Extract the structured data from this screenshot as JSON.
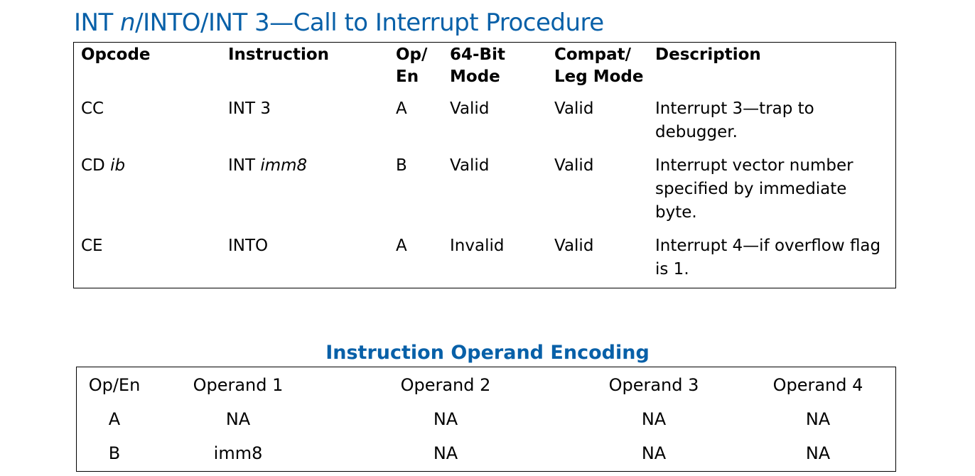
{
  "title": {
    "part1": "INT ",
    "part2": "n",
    "part3": "/INTO/INT 3—Call to Interrupt Procedure"
  },
  "opcode_table": {
    "headers": {
      "opcode": "Opcode",
      "instruction": "Instruction",
      "open_line1": "Op/",
      "open_line2": "En",
      "mode64_line1": "64-Bit",
      "mode64_line2": "Mode",
      "compat_line1": "Compat/",
      "compat_line2": "Leg Mode",
      "description": "Description"
    },
    "rows": [
      {
        "opcode": "CC",
        "opcode_suffix": "",
        "instruction": "INT 3",
        "instruction_operand": "",
        "open": "A",
        "mode64": "Valid",
        "compat": "Valid",
        "description_lines": [
          "Interrupt 3—trap to",
          "debugger."
        ]
      },
      {
        "opcode": "CD ",
        "opcode_suffix": "ib",
        "instruction": "INT ",
        "instruction_operand": "imm8",
        "open": "B",
        "mode64": "Valid",
        "compat": "Valid",
        "description_lines": [
          "Interrupt vector number",
          "specified by immediate",
          "byte."
        ]
      },
      {
        "opcode": "CE",
        "opcode_suffix": "",
        "instruction": "INTO",
        "instruction_operand": "",
        "open": "A",
        "mode64": "Invalid",
        "compat": "Valid",
        "description_lines": [
          "Interrupt 4—if overflow flag",
          "is 1."
        ]
      }
    ]
  },
  "encoding_section": {
    "title": "Instruction Operand Encoding",
    "headers": [
      "Op/En",
      "Operand 1",
      "Operand 2",
      "Operand 3",
      "Operand 4"
    ],
    "rows": [
      [
        "A",
        "NA",
        "NA",
        "NA",
        "NA"
      ],
      [
        "B",
        "imm8",
        "NA",
        "NA",
        "NA"
      ]
    ]
  },
  "colors": {
    "heading_blue": "#0860a8",
    "text": "#000000",
    "border": "#000000"
  }
}
